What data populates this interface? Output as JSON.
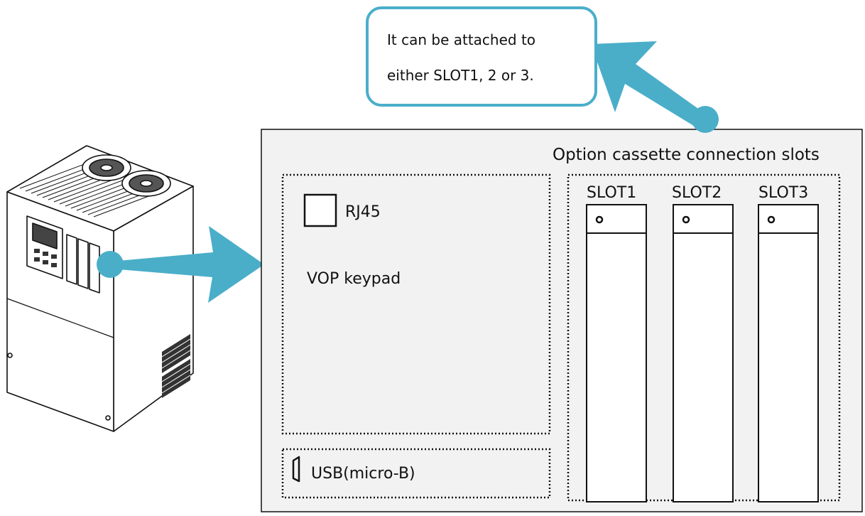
{
  "callout": {
    "line1": "It can be attached to",
    "line2": "either SLOT1, 2 or 3."
  },
  "panel": {
    "slots_title": "Option cassette connection slots",
    "rj45_label": "RJ45",
    "vop_label": "VOP keypad",
    "usb_label": "USB(micro-B)",
    "slots": [
      "SLOT1",
      "SLOT2",
      "SLOT3"
    ]
  },
  "colors": {
    "accent": "#4aaec9",
    "panel_bg": "#f2f2f2",
    "line": "#111111"
  },
  "icons": [
    "inverter-illustration",
    "rj45-port-icon",
    "usb-port-icon",
    "screw-hole-icon"
  ]
}
